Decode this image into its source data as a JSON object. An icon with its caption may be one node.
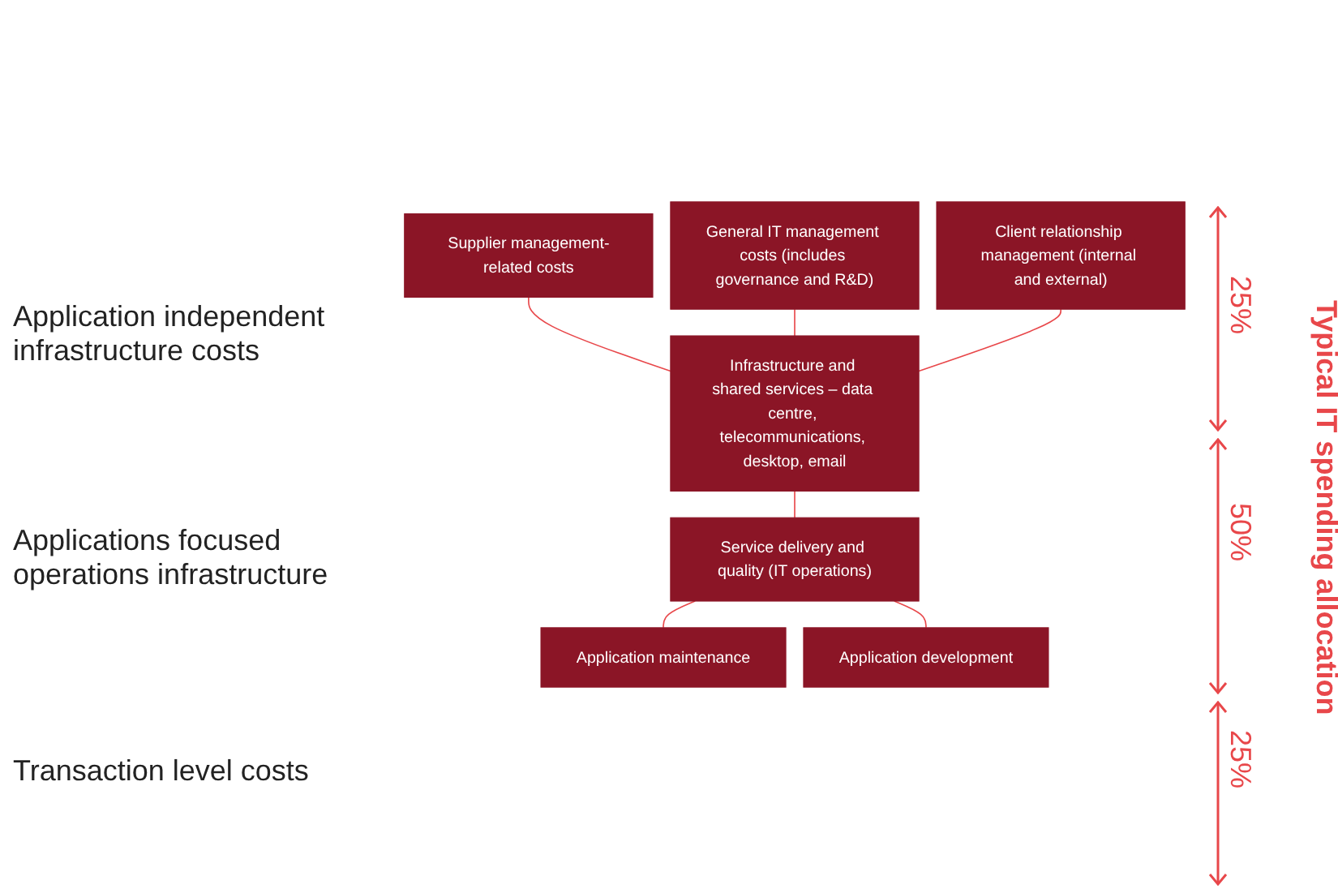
{
  "diagram": {
    "nodes": [
      {
        "text": [
          "Supplier management-related costs"
        ]
      },
      {
        "text": [
          "General IT management costs (includes governance and R&D)"
        ]
      },
      {
        "text": [
          "Client relationship management (internal and external)"
        ]
      },
      {
        "text": [
          "Infrastructure and shared services – data centre, telecommunications, desktop, email"
        ]
      },
      {
        "text": [
          "Service delivery and quality (IT operations)"
        ]
      },
      {
        "text": [
          "Application maintenance"
        ]
      },
      {
        "text": [
          "Application development"
        ]
      }
    ],
    "edges": [
      {
        "from": 0,
        "to": 3,
        "arrow": "none"
      },
      {
        "from": 1,
        "to": 3,
        "arrow": "none"
      },
      {
        "from": 2,
        "to": 3,
        "arrow": "none"
      },
      {
        "from": 3,
        "to": 4,
        "arrow": "none"
      },
      {
        "from": 4,
        "to": 5,
        "arrow": "none"
      },
      {
        "from": 4,
        "to": 6,
        "arrow": "none"
      }
    ],
    "labels": [
      "Application independent infrastructure costs",
      "Applications focused operations infrastructure",
      "Transaction level costs",
      "25%",
      "50%",
      "25%",
      "Typical IT spending allocation"
    ]
  }
}
